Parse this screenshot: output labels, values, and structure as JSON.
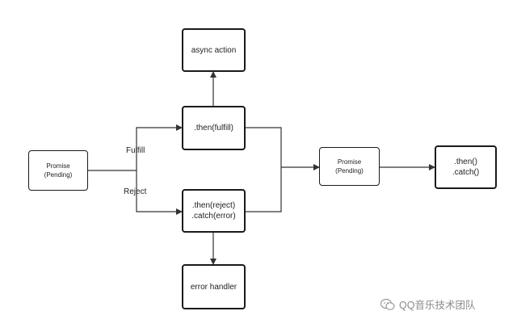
{
  "nodes": {
    "promise_left": {
      "line1": "Promise",
      "line2": "(Pending)"
    },
    "async_action": {
      "label": "async action"
    },
    "then_fulfill": {
      "label": ".then(fulfill)"
    },
    "then_reject": {
      "line1": ".then(reject)",
      "line2": ".catch(error)"
    },
    "error_handler": {
      "label": "error handler"
    },
    "promise_right": {
      "line1": "Promise",
      "line2": "(Pending)"
    },
    "then_catch": {
      "line1": ".then()",
      "line2": ".catch()"
    }
  },
  "edges": {
    "fulfill_label": "Fulfill",
    "reject_label": "Reject"
  },
  "watermark": {
    "text": "QQ音乐技术团队",
    "icon": "wechat-icon"
  }
}
